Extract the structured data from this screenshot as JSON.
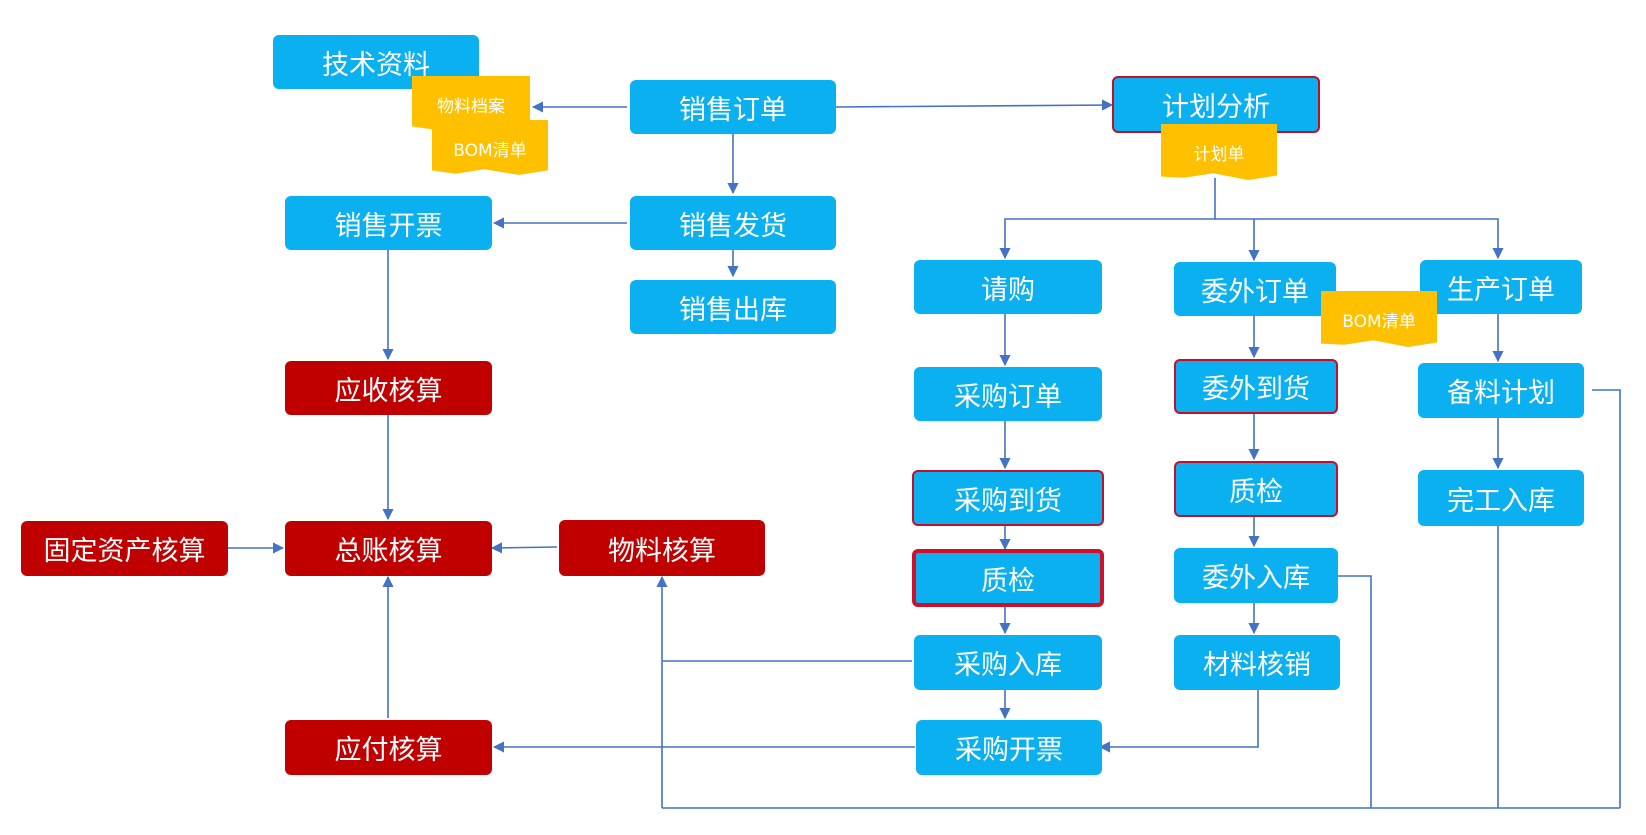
{
  "nodes": {
    "tech_data": "技术资料",
    "sales_order": "销售订单",
    "plan_analysis": "计划分析",
    "sales_invoice": "销售开票",
    "sales_delivery": "销售发货",
    "sales_outbound": "销售出库",
    "purchase_request": "请购",
    "outsource_order": "委外订单",
    "production_order": "生产订单",
    "purchase_order": "采购订单",
    "outsource_arrival": "委外到货",
    "material_plan": "备料计划",
    "receivable_accounting": "应收核算",
    "purchase_arrival": "采购到货",
    "outsource_qc": "质检",
    "completion_inbound": "完工入库",
    "fixed_asset_accounting": "固定资产核算",
    "general_ledger": "总账核算",
    "material_accounting": "物料核算",
    "purchase_qc": "质检",
    "outsource_inbound": "委外入库",
    "purchase_inbound": "采购入库",
    "material_writeoff": "材料核销",
    "payable_accounting": "应付核算",
    "purchase_invoice": "采购开票"
  },
  "notes": {
    "material_file": "物料档案",
    "bom_list_1": "BOM清单",
    "plan_list": "计划单",
    "bom_list_2": "BOM清单"
  },
  "colors": {
    "process_node": "#0ab0ef",
    "accounting_node": "#c00000",
    "document_note": "#ffc000",
    "connector": "#4472c4",
    "highlight_border": "#c0102a"
  }
}
